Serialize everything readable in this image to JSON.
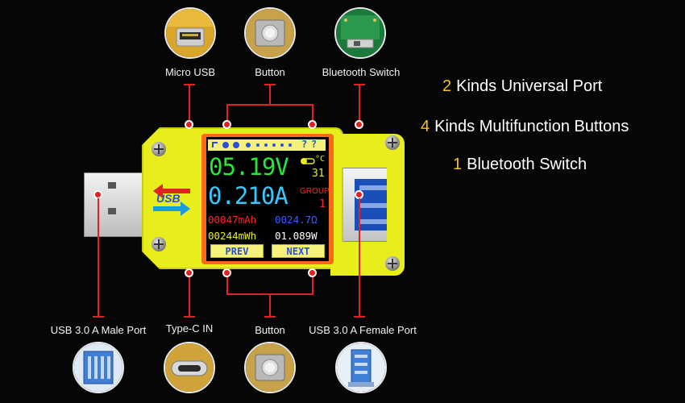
{
  "top_labels": {
    "micro_usb": "Micro USB",
    "button": "Button",
    "bluetooth_switch": "Bluetooth Switch"
  },
  "bottom_labels": {
    "male_port": "USB 3.0 A Male Port",
    "type_c_in": "Type-C IN",
    "button": "Button",
    "female_port": "USB 3.0 A Female Port"
  },
  "features": [
    {
      "num": "2",
      "text": "Kinds Universal Port"
    },
    {
      "num": "4",
      "text": "Kinds Multifunction Buttons"
    },
    {
      "num": "1",
      "text": "Bluetooth Switch"
    }
  ],
  "logo": {
    "text": "USB"
  },
  "screen": {
    "status_glyphs": "?",
    "voltage": "05.19V",
    "temperature_unit": "°C",
    "temperature": "31",
    "current": "0.210A",
    "group_label": "GROUP",
    "group_value": "1",
    "capacity_mah": "00047mAh",
    "resistance": "0024.7Ω",
    "energy_mwh": "00244mWh",
    "power": "01.089W",
    "prev_label": "PREV",
    "next_label": "NEXT"
  },
  "colors": {
    "background": "#060606",
    "device_body": "#e8ee1c",
    "marker_red": "#e02222",
    "feature_number": "#f4c21b",
    "voltage_green": "#27e63a",
    "current_cyan": "#37c8ff",
    "capacity_red": "#ff2626",
    "resistance_blue": "#3a5cff",
    "energy_yellow": "#e8ee1c",
    "power_white": "#ffffff"
  },
  "icons": [
    "micro-usb-port-photo",
    "push-button-photo",
    "bluetooth-module-photo",
    "usb-a-male-connector-photo",
    "type-c-port-photo",
    "push-button-photo",
    "usb-a-female-connector-photo"
  ]
}
